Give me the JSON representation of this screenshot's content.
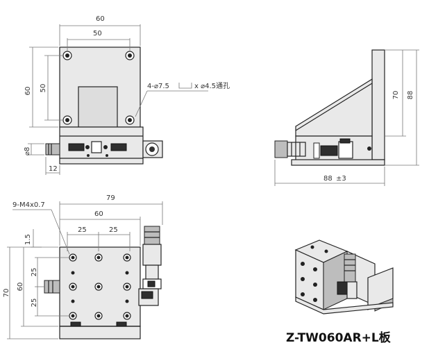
{
  "diagram": {
    "title": "Z-TW060AR+L板",
    "labels": {
      "top_width_60": "60",
      "top_width_50": "50",
      "left_height_60": "60",
      "left_height_50": "50",
      "hole_spec": "4-⌀7.5",
      "hole_spec_2": "x ⌀4.5通孔",
      "dia_8": "⌀8",
      "dim_12": "12",
      "side_70": "70",
      "side_88": "88",
      "side_width_88": "88",
      "side_tol": "±3",
      "bottom_width_79": "79",
      "bottom_width_60": "60",
      "bottom_25_a": "25",
      "bottom_25_b": "25",
      "tap_spec": "9-M4x0.7",
      "bottom_1_5": "1.5",
      "bottom_height_70": "70",
      "bottom_height_60": "60",
      "bottom_left_25_a": "25",
      "bottom_left_25_b": "25"
    }
  }
}
